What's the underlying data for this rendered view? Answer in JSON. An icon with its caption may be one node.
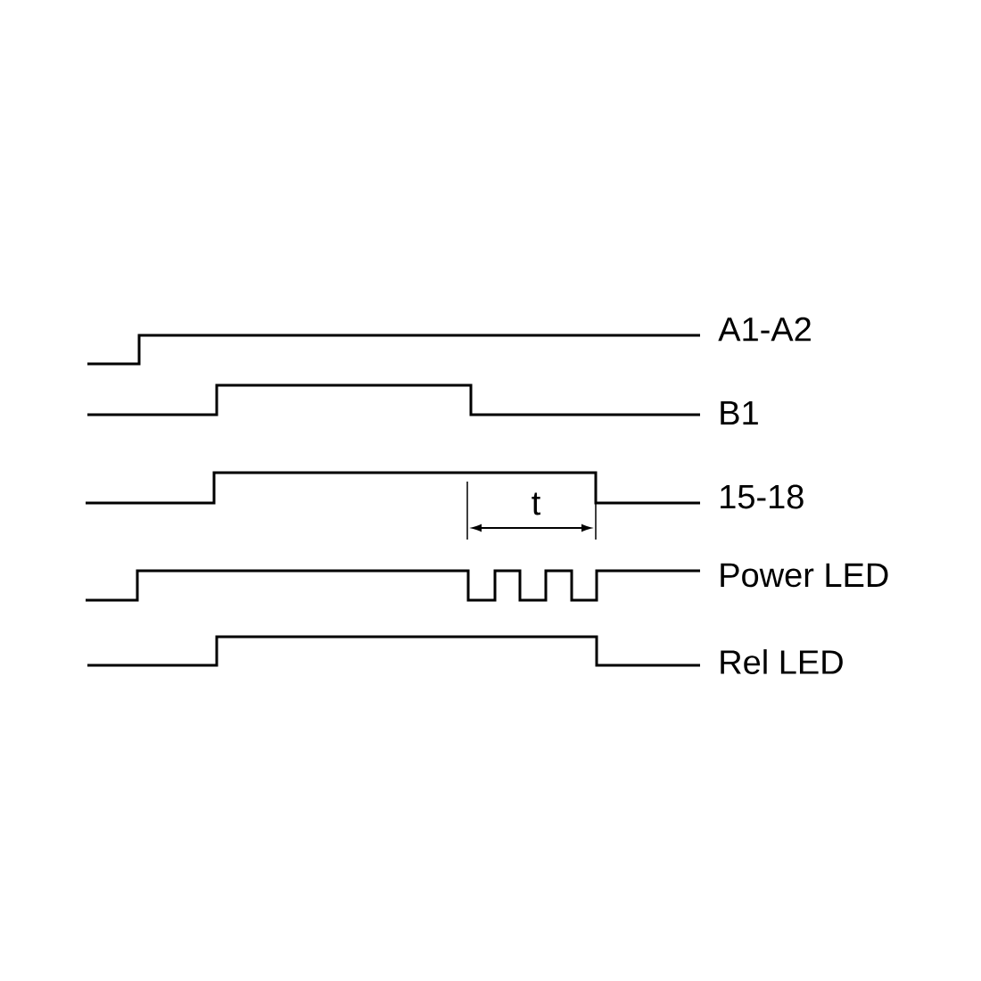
{
  "diagram": {
    "labels": [
      "A1-A2",
      "B1",
      "15-18",
      "t",
      "Power LED",
      "Rel LED"
    ]
  }
}
